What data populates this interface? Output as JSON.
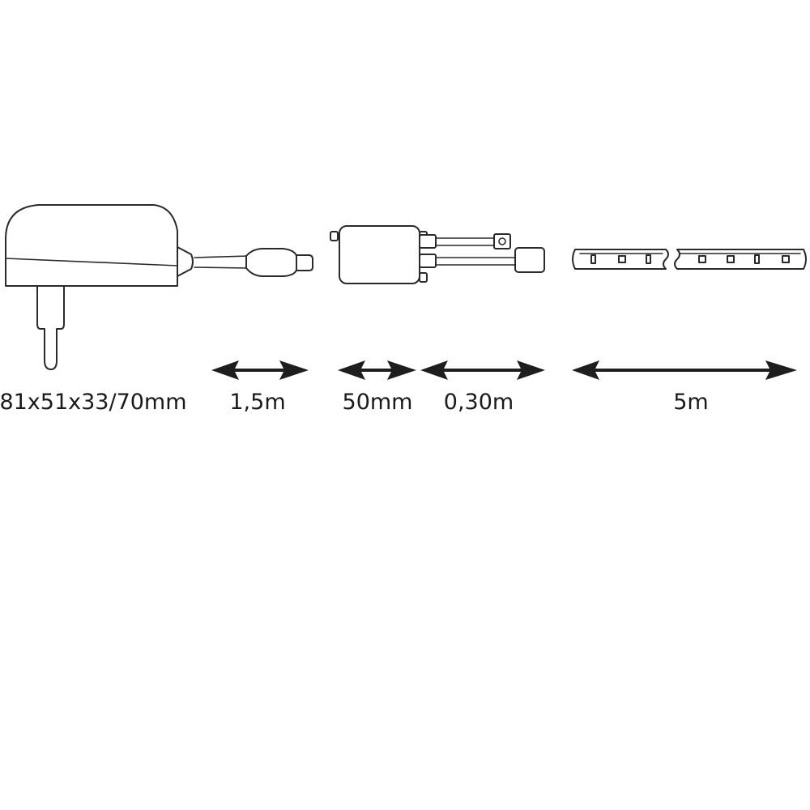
{
  "dimensions": {
    "adapter": "81x51x33/70mm",
    "adapter_cable": "1,5m",
    "controller": "50mm",
    "controller_cable": "0,30m",
    "strip": "5m"
  },
  "colors": {
    "line": "#2a2a2a",
    "arrow": "#1e1e1e",
    "background": "#ffffff"
  }
}
